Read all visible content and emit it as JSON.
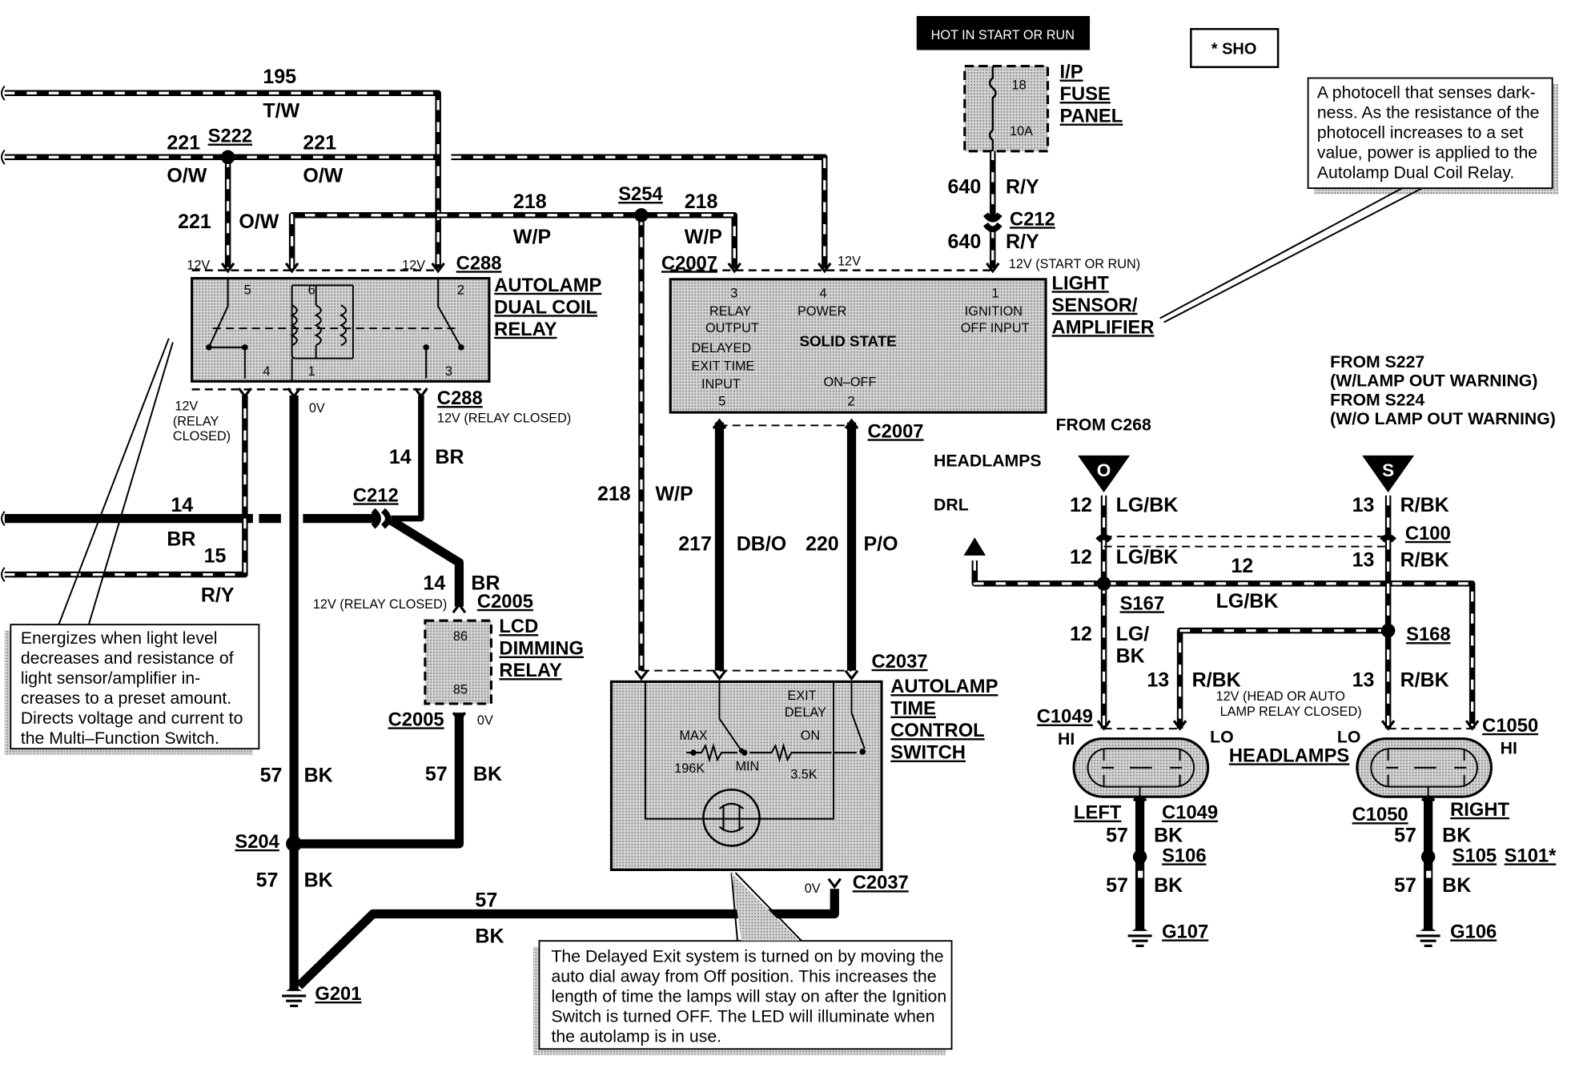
{
  "top_tag": "HOT IN START OR RUN",
  "sho_tag": "* SHO",
  "fuse": {
    "name": "I/P",
    "name2": "FUSE",
    "name3": "PANEL",
    "pin": "18",
    "rating": "10A"
  },
  "photocell_note": [
    "A photocell that senses dark-",
    "ness. As the resistance of the",
    "photocell increases to a set",
    "value, power is applied to the",
    "Autolamp Dual Coil Relay."
  ],
  "energize_note": [
    "Energizes when light level",
    "decreases and resistance of",
    "light sensor/amplifier in-",
    "creases to a preset amount.",
    "Directs voltage and current to",
    "the Multi–Function Switch."
  ],
  "delayed_note": [
    "The Delayed Exit system is turned on by moving the",
    "auto dial away from Off position. This increases the",
    "length of time the lamps will stay on after the Ignition",
    "Switch is turned OFF. The LED will illuminate when",
    "the autolamp is in use."
  ],
  "relay": {
    "name": "AUTOLAMP",
    "name2": "DUAL COIL",
    "name3": "RELAY",
    "pin5": "5",
    "pin6": "6",
    "pin2": "2",
    "pin4": "4",
    "pin1": "1",
    "pin3": "3",
    "relay_closed": "(RELAY",
    "relay_closed2": "CLOSED)",
    "v0": "0V",
    "v12rc": "12V (RELAY CLOSED)"
  },
  "sensor": {
    "name": "LIGHT",
    "name2": "SENSOR/",
    "name3": "AMPLIFIER",
    "center": "SOLID STATE",
    "p3": "3",
    "relay_out": "RELAY",
    "relay_out2": "OUTPUT",
    "p4": "4",
    "power": "POWER",
    "p1": "1",
    "ign": "IGNITION",
    "ign2": "OFF INPUT",
    "delayed": "DELAYED",
    "delayed2": "EXIT TIME",
    "delayed3": "INPUT",
    "p5": "5",
    "onoff": "ON–OFF",
    "p2": "2",
    "start_run": "12V (START OR RUN)"
  },
  "lcd": {
    "name": "LCD",
    "name2": "DIMMING",
    "name3": "RELAY",
    "p86": "86",
    "p85": "85",
    "rc": "12V (RELAY CLOSED)"
  },
  "switch": {
    "name": "AUTOLAMP",
    "name2": "TIME",
    "name3": "CONTROL",
    "name4": "SWITCH",
    "max": "MAX",
    "min": "MIN",
    "r196": "196K",
    "exit": "EXIT",
    "delay": "DELAY",
    "on": "ON",
    "r35": "3.5K"
  },
  "connectors": {
    "c288": "C288",
    "c288b": "C288",
    "c2007": "C2007",
    "c2007b": "C2007",
    "c212": "C212",
    "c212b": "C212",
    "c2005": "C2005",
    "c2005b": "C2005",
    "c2037": "C2037",
    "c2037b": "C2037",
    "c100": "C100",
    "c1049": "C1049",
    "c1049b": "C1049",
    "c1050": "C1050",
    "c1050b": "C1050"
  },
  "splices": {
    "s222": "S222",
    "s254": "S254",
    "s204": "S204",
    "s167": "S167",
    "s168": "S168",
    "s106": "S106",
    "s105": "S105",
    "s101": "S101*"
  },
  "grounds": {
    "g201": "G201",
    "g107": "G107",
    "g106": "G106"
  },
  "volts": {
    "v12": "12V",
    "v0": "0V"
  },
  "wires": {
    "w195": "195",
    "tw": "T/W",
    "w221": "221",
    "ow": "O/W",
    "w218": "218",
    "wp": "W/P",
    "w640": "640",
    "ry": "R/Y",
    "w14": "14",
    "br": "BR",
    "w15": "15",
    "w57": "57",
    "bk": "BK",
    "w217": "217",
    "dbo": "DB/O",
    "w220": "220",
    "po": "P/O",
    "w12": "12",
    "lgbk": "LG/BK",
    "lg": "LG/",
    "bk2": "BK",
    "w13": "13",
    "rbk": "R/BK"
  },
  "headlamps": {
    "from_c268": "FROM C268",
    "headlamps": "HEADLAMPS",
    "drl": "DRL",
    "from_s227": "FROM S227",
    "lamp_out": "(W/LAMP OUT WARNING)",
    "from_s224": "FROM S224",
    "wo_lamp_out": "(W/O LAMP OUT WARNING)",
    "o": "O",
    "s": "S",
    "hi": "HI",
    "lo": "LO",
    "title": "HEADLAMPS",
    "left": "LEFT",
    "right": "RIGHT",
    "relay_closed": "12V (HEAD OR AUTO",
    "relay_closed2": "LAMP RELAY CLOSED)"
  }
}
